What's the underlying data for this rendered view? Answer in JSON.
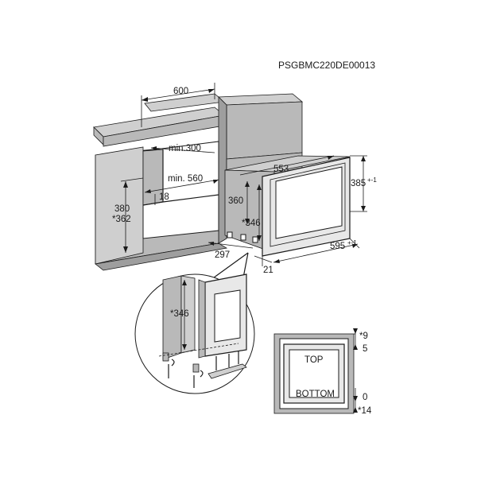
{
  "model_code": "PSGBMC220DE00013",
  "dimensions": {
    "cabinet_width": "600",
    "min_depth": "min.300",
    "min_width": "min. 560",
    "gap": "18",
    "niche_height_a": "380",
    "niche_height_b": "*362",
    "appliance_depth": "553",
    "appliance_inner_height": "360",
    "mount_height": "*346",
    "appliance_height": "385",
    "appliance_height_tol": "+-1",
    "appliance_width": "595",
    "appliance_width_tol": "+-1",
    "frame_depth": "297",
    "front_offset": "21"
  },
  "detail": {
    "mount_height": "*346"
  },
  "front_view": {
    "top_label": "TOP",
    "bottom_label": "BOTTOM",
    "gap_top_a": "*9",
    "gap_top_b": "5",
    "gap_bottom_a": "0",
    "gap_bottom_b": "*14"
  }
}
